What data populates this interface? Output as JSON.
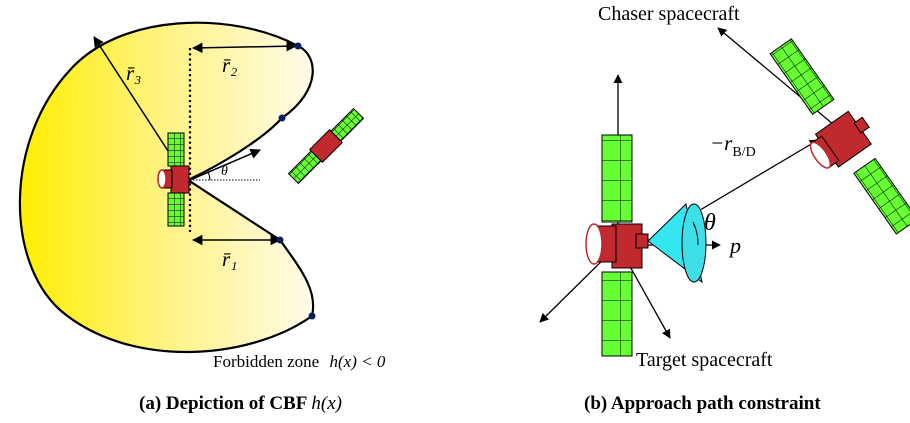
{
  "panel_a": {
    "caption_prefix": "(a) Depiction of CBF",
    "caption_math": "h(x)",
    "label_r1": "r̄₁",
    "label_r2": "r̄₂",
    "label_r3": "r̄₃",
    "label_theta": "θ",
    "forbidden_text": "Forbidden zone",
    "forbidden_math": "h(x) < 0"
  },
  "panel_b": {
    "caption": "(b) Approach path constraint",
    "chaser_label": "Chaser spacecraft",
    "target_label": "Target spacecraft",
    "r_label": "−r",
    "r_sub": "B/D",
    "theta_label": "θ",
    "p_label": "p"
  },
  "colors": {
    "zone_yellow": "#ffee00",
    "zone_fade": "#fffbe6",
    "panel_green": "#66ff33",
    "body_red": "#c0292e",
    "cone_cyan": "#33e6f0",
    "point_navy": "#0b1d5c"
  }
}
